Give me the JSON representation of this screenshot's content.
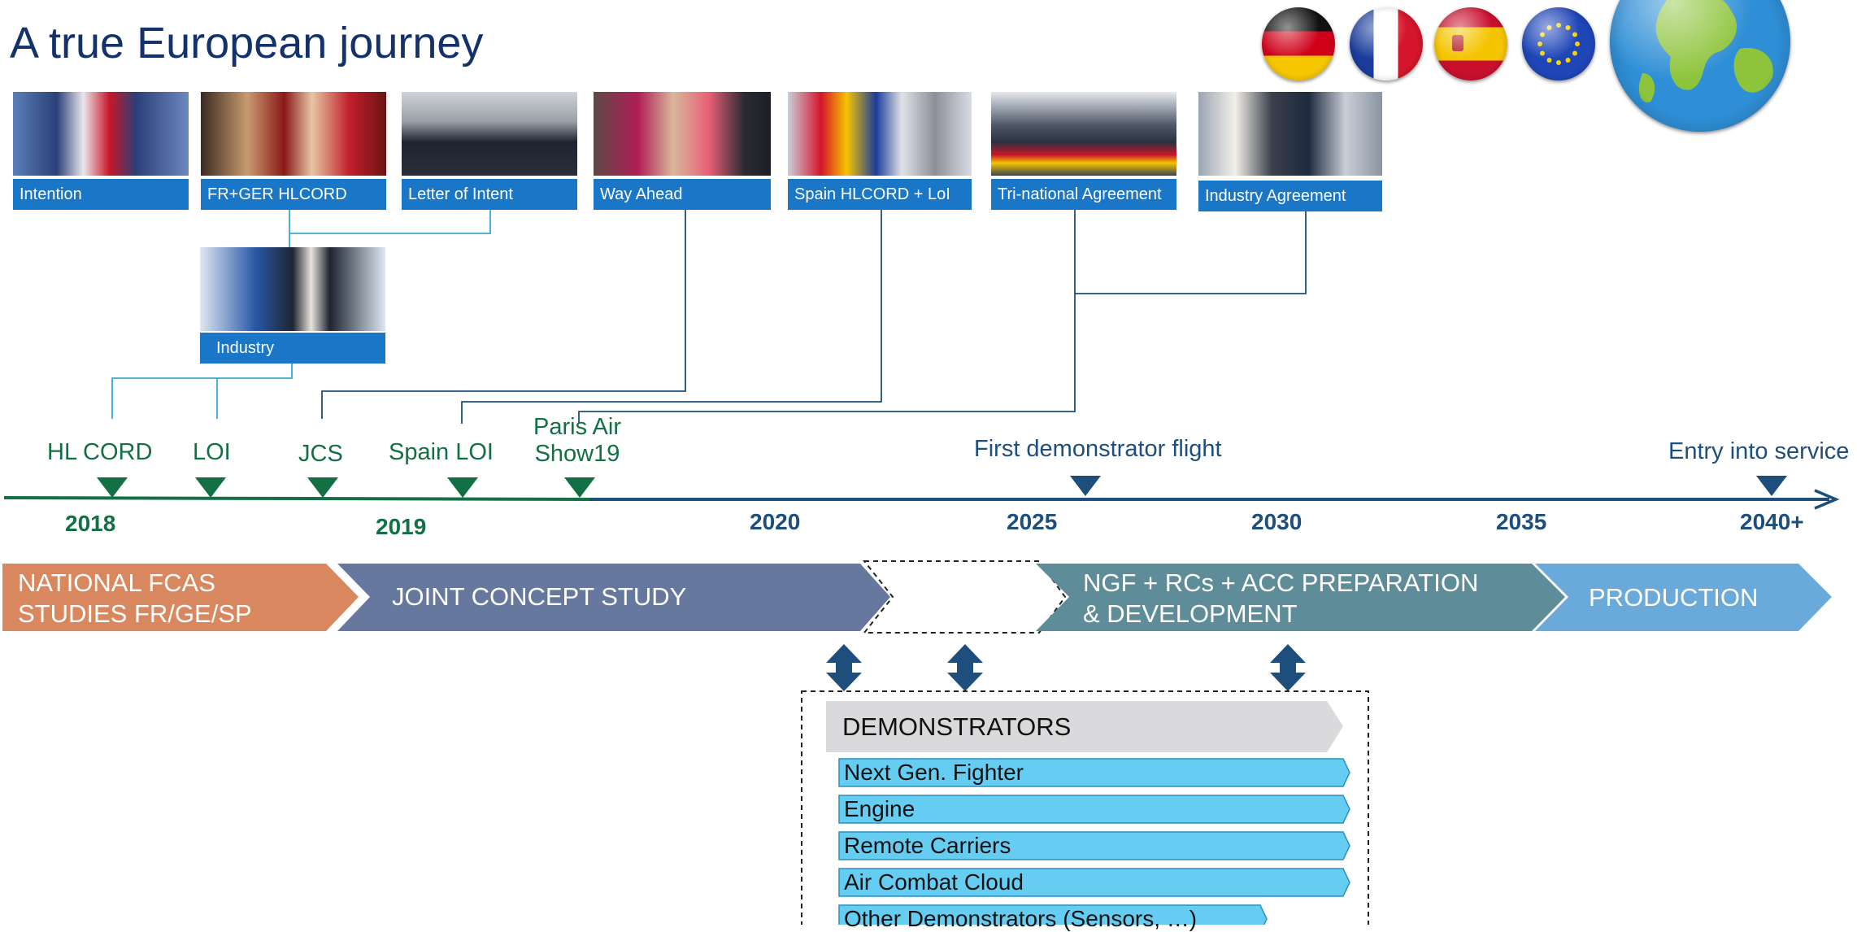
{
  "title": "A true European journey",
  "photos": [
    {
      "caption": "Intention"
    },
    {
      "caption": "FR+GER HLCORD"
    },
    {
      "caption": "Letter of Intent"
    },
    {
      "caption": "Way Ahead"
    },
    {
      "caption": "Spain HLCORD + LoI"
    },
    {
      "caption": "Tri-national Agreement"
    },
    {
      "caption": "Industry Agreement"
    },
    {
      "caption": "Industry"
    }
  ],
  "milestones": {
    "hl_cord": "HL CORD",
    "loi": "LOI",
    "jcs": "JCS",
    "spain_loi": "Spain LOI",
    "paris_air_line1": "Paris Air",
    "paris_air_line2": "Show19",
    "first_flight": "First demonstrator flight",
    "entry_service": "Entry into service"
  },
  "years": {
    "y2018": "2018",
    "y2019": "2019",
    "y2020": "2020",
    "y2025": "2025",
    "y2030": "2030",
    "y2035": "2035",
    "y2040": "2040+"
  },
  "phases": {
    "national_line1": "NATIONAL FCAS",
    "national_line2": "STUDIES FR/GE/SP",
    "joint": "JOINT CONCEPT STUDY",
    "ngf_line1": "NGF + RCs + ACC  PREPARATION",
    "ngf_line2": "& DEVELOPMENT",
    "production": "PRODUCTION"
  },
  "demonstrators": {
    "title": "DEMONSTRATORS",
    "items": [
      "Next Gen. Fighter",
      "Engine",
      "Remote Carriers",
      "Air Combat Cloud",
      "Other Demonstrators (Sensors, …)"
    ]
  },
  "flags": [
    "germany-flag",
    "france-flag",
    "spain-flag",
    "eu-flag",
    "globe"
  ],
  "colors": {
    "title": "#13316b",
    "caption_bg": "#1a76c6",
    "milestone_green": "#127044",
    "milestone_blue": "#1d4e7c",
    "national": "#d9875e",
    "joint": "#66789e",
    "ngf": "#5e8c98",
    "production": "#6aaadb",
    "demo_bar": "#66cdf2"
  }
}
